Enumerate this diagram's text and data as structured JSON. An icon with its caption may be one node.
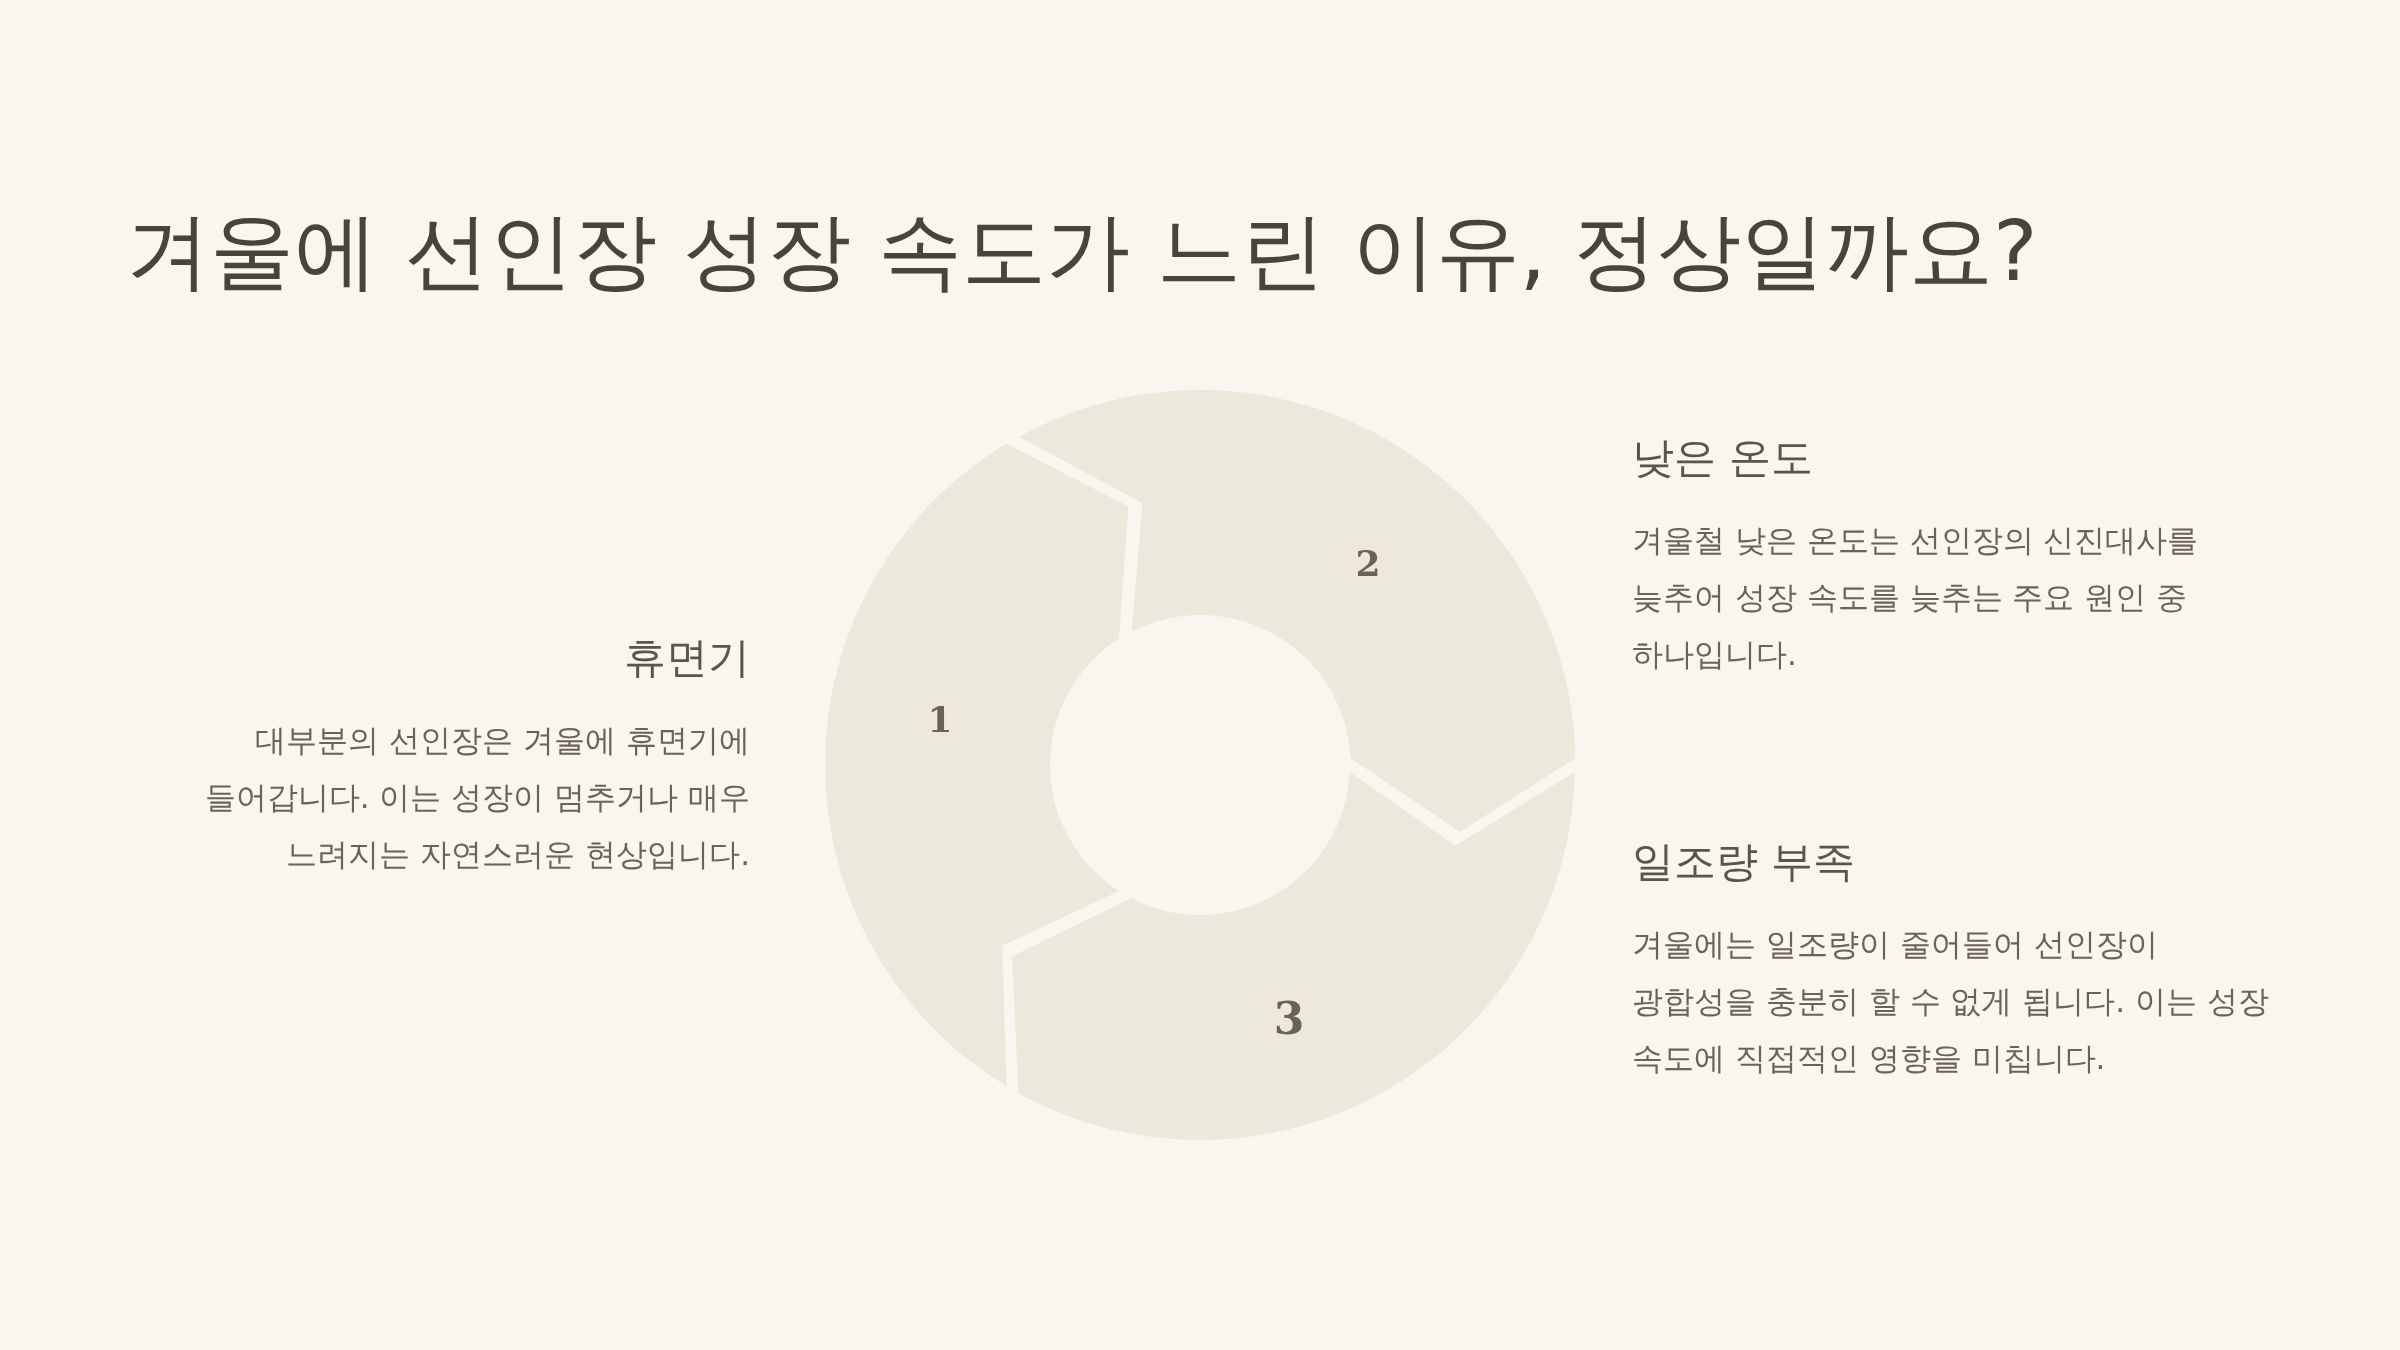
{
  "diagram": {
    "title": "겨울에 선인장 성장 속도가 느린 이유, 정상일까요?",
    "nodes": [
      {
        "text": [
          "1"
        ],
        "beside": [
          "휴면기",
          "대부분의 선인장은 겨울에 휴면기에 들어갑니다. 이는 성장이 멈추거나 매우 느려지는 자연스러운 현상입니다."
        ]
      },
      {
        "text": [
          "2"
        ],
        "beside": [
          "낮은 온도",
          "겨울철 낮은 온도는 선인장의 신진대사를 늦추어 성장 속도를 늦추는 주요 원인 중 하나입니다."
        ]
      },
      {
        "text": [
          "3"
        ],
        "beside": [
          "일조량 부족",
          "겨울에는 일조량이 줄어들어 선인장이 광합성을 충분히 할 수 없게 됩니다. 이는 성장 속도에 직접적인 영향을 미칩니다."
        ]
      }
    ]
  }
}
